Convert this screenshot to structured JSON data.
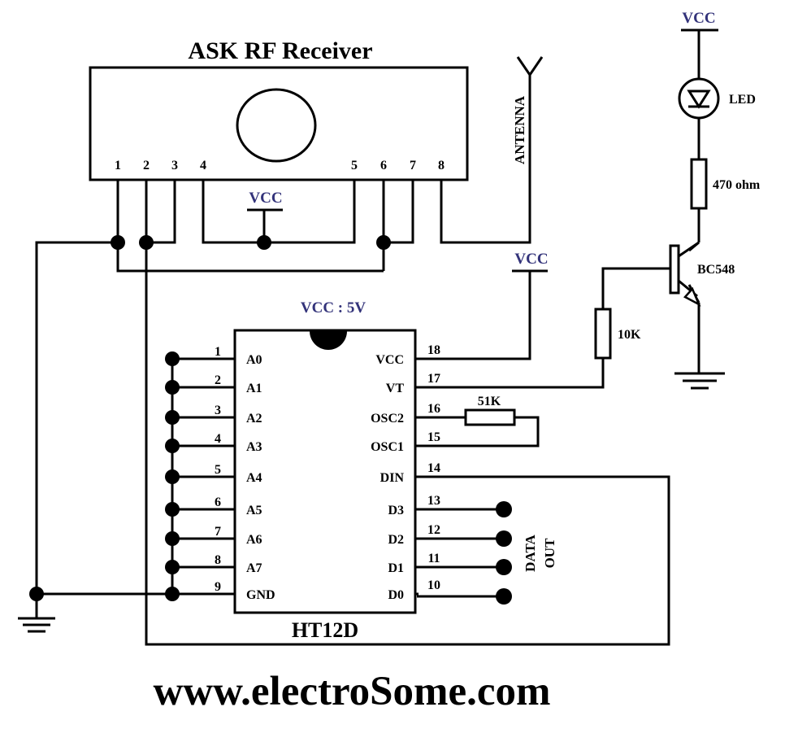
{
  "receiver": {
    "title": "ASK RF Receiver",
    "pins": [
      "1",
      "2",
      "3",
      "4",
      "5",
      "6",
      "7",
      "8"
    ],
    "antenna_label": "ANTENNA",
    "vcc_label": "VCC"
  },
  "supply_label": "VCC : 5V",
  "decoder": {
    "name": "HT12D",
    "left_pins": [
      {
        "num": "1",
        "name": "A0"
      },
      {
        "num": "2",
        "name": "A1"
      },
      {
        "num": "3",
        "name": "A2"
      },
      {
        "num": "4",
        "name": "A3"
      },
      {
        "num": "5",
        "name": "A4"
      },
      {
        "num": "6",
        "name": "A5"
      },
      {
        "num": "7",
        "name": "A6"
      },
      {
        "num": "8",
        "name": "A7"
      },
      {
        "num": "9",
        "name": "GND"
      }
    ],
    "right_pins": [
      {
        "num": "18",
        "name": "VCC"
      },
      {
        "num": "17",
        "name": "VT"
      },
      {
        "num": "16",
        "name": "OSC2"
      },
      {
        "num": "15",
        "name": "OSC1"
      },
      {
        "num": "14",
        "name": "DIN"
      },
      {
        "num": "13",
        "name": "D3"
      },
      {
        "num": "12",
        "name": "D2"
      },
      {
        "num": "11",
        "name": "D1"
      },
      {
        "num": "10",
        "name": "D0"
      }
    ]
  },
  "osc_resistor": "51K",
  "decoder_vcc_label": "VCC",
  "data_out_label": [
    "DATA",
    "OUT"
  ],
  "indicator": {
    "vcc_label": "VCC",
    "led_label": "LED",
    "resistor_label": "470 ohm",
    "transistor_label": "BC548",
    "base_resistor_label": "10K"
  },
  "footer": "www.electroSome.com",
  "colors": {
    "ink": "#000000",
    "vcc_text": "#33337a",
    "background": "#ffffff"
  }
}
